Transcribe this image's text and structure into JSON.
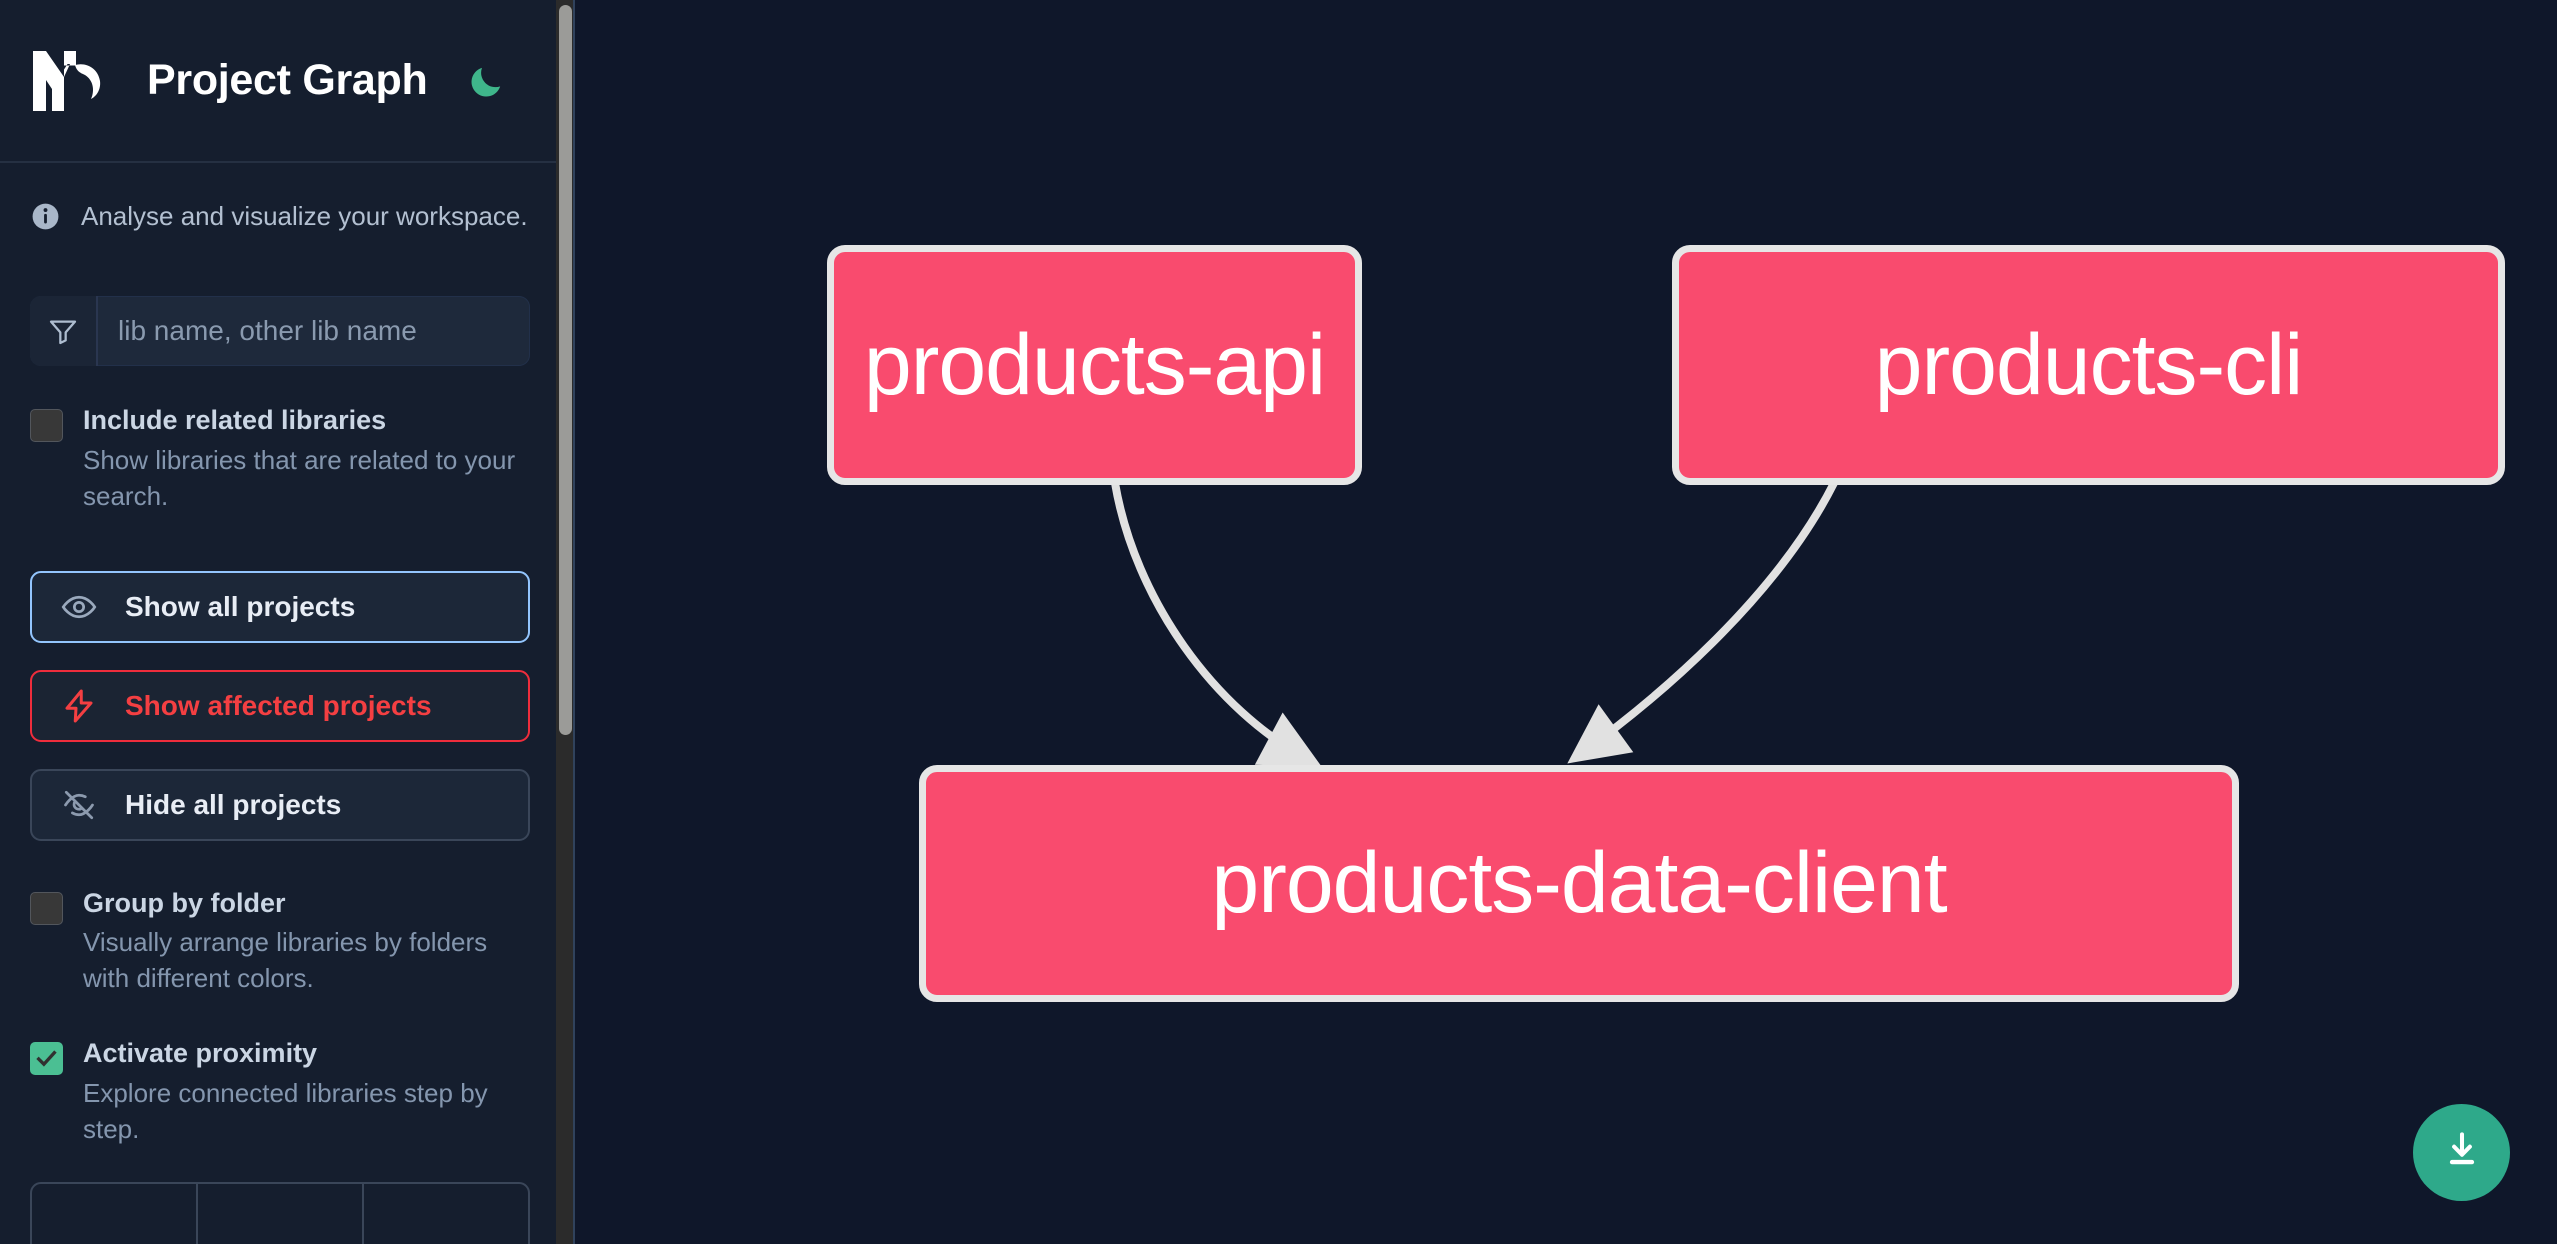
{
  "header": {
    "logo_icon": "nx-logo-icon",
    "title": "Project Graph",
    "theme_toggle_icon": "moon-icon",
    "theme_accent": "#3FB68B"
  },
  "sidebar": {
    "tagline_icon": "info-icon",
    "tagline": "Analyse and visualize your workspace.",
    "filter": {
      "icon": "filter-funnel-icon",
      "placeholder": "lib name, other lib name",
      "value": ""
    },
    "checkboxes": [
      {
        "id": "include-related-libraries",
        "label": "Include related libraries",
        "description": "Show libraries that are related to your search.",
        "checked": false
      },
      {
        "id": "group-by-folder",
        "label": "Group by folder",
        "description": "Visually arrange libraries by folders with different colors.",
        "checked": false
      },
      {
        "id": "activate-proximity",
        "label": "Activate proximity",
        "description": "Explore connected libraries step by step.",
        "checked": true
      }
    ],
    "buttons": [
      {
        "id": "show-all-projects",
        "label": "Show all projects",
        "icon": "eye-icon",
        "accent": "#93C5FD"
      },
      {
        "id": "show-affected-projects",
        "label": "Show affected projects",
        "icon": "lightning-bolt-icon",
        "accent": "#F43F42"
      },
      {
        "id": "hide-all-projects",
        "label": "Hide all projects",
        "icon": "eye-off-icon",
        "accent": "#3A4659"
      }
    ],
    "segmented_control": [
      "",
      "",
      ""
    ]
  },
  "graph": {
    "node_fill": "#F94B6E",
    "node_border": "#E6E6E6",
    "edge_color": "#E1E1E1",
    "background": "#0F172A",
    "nodes": [
      {
        "id": "products-api",
        "label": "products-api"
      },
      {
        "id": "products-cli",
        "label": "products-cli"
      },
      {
        "id": "products-data-client",
        "label": "products-data-client"
      }
    ],
    "edges": [
      {
        "from": "products-api",
        "to": "products-data-client"
      },
      {
        "from": "products-cli",
        "to": "products-data-client"
      }
    ]
  },
  "download_button": {
    "icon": "download-icon",
    "color": "#2EA98A"
  }
}
